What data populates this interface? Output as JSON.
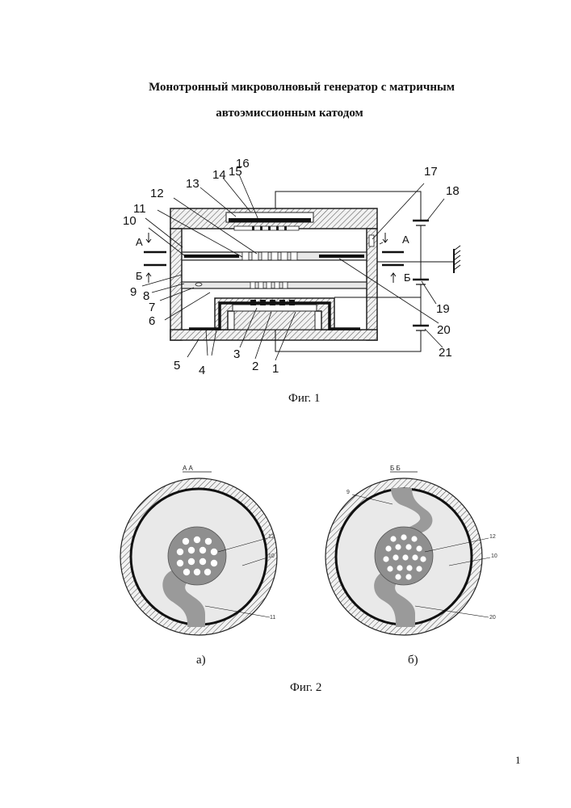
{
  "title_line1": "Монотронный микроволновый генератор с матричным",
  "title_line2": "автоэмиссионным катодом",
  "fig1": {
    "caption": "Фиг. 1",
    "section_a": "А",
    "section_b": "Б",
    "callouts": [
      "1",
      "2",
      "3",
      "4",
      "5",
      "6",
      "7",
      "8",
      "9",
      "10",
      "11",
      "12",
      "13",
      "14",
      "15",
      "16",
      "17",
      "18",
      "19",
      "20",
      "21"
    ]
  },
  "fig2": {
    "caption": "Фиг. 2",
    "left": {
      "section_label": "А  А",
      "sub_label": "а)",
      "callouts": [
        "12",
        "10",
        "11"
      ]
    },
    "right": {
      "section_label": "Б  Б",
      "sub_label": "б)",
      "callouts": [
        "9",
        "12",
        "10",
        "20"
      ]
    }
  },
  "page_number": "1"
}
